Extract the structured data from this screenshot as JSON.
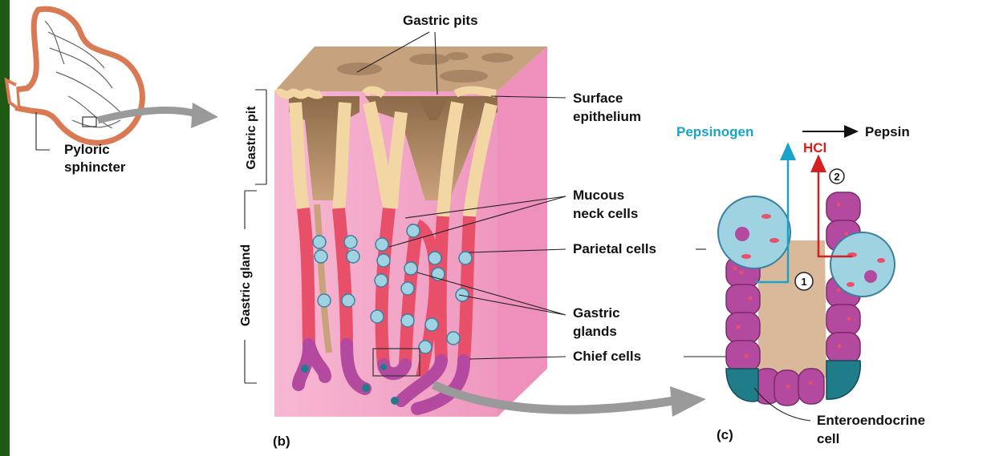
{
  "labels": {
    "gastric_pits": "Gastric pits",
    "surface_epithelium_1": "Surface",
    "surface_epithelium_2": "epithelium",
    "mucous_neck_1": "Mucous",
    "mucous_neck_2": "neck cells",
    "parietal_cells": "Parietal cells",
    "gastric_glands_1": "Gastric",
    "gastric_glands_2": "glands",
    "chief_cells": "Chief cells",
    "enteroendocrine_1": "Enteroendocrine",
    "enteroendocrine_2": "cell",
    "pyloric_1": "Pyloric",
    "pyloric_2": "sphincter",
    "gastric_pit_vertical": "Gastric pit",
    "gastric_gland_vertical": "Gastric gland",
    "panel_b": "(b)",
    "panel_c": "(c)",
    "pepsinogen": "Pepsinogen",
    "pepsin": "Pepsin",
    "hcl": "HCl",
    "step_1": "1",
    "step_2": "2"
  },
  "colors": {
    "tissue_pink": "#f4a9c9",
    "surface_tan": "#c6a37e",
    "epithelium_cream": "#f2d6a4",
    "mucous_red": "#e8506a",
    "chief_purple": "#b34a9f",
    "parietal_blue": "#9fd3e2",
    "entero_teal": "#1f7d8a",
    "pepsinogen_cyan": "#1aa3c9",
    "hcl_red": "#d42020",
    "arrow_gray": "#9a9a9a",
    "side_bar": "#1e5a14"
  }
}
